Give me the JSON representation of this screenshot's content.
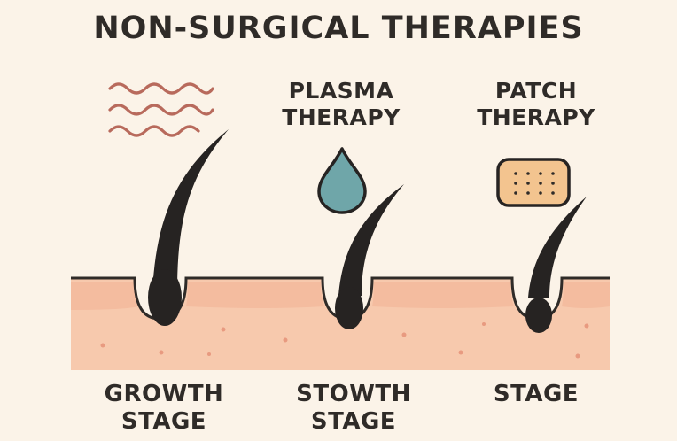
{
  "title": "NON-SURGICAL THERAPIES",
  "therapies": [
    {
      "icon": "wave-lines-icon",
      "lines": []
    },
    {
      "icon": "droplet-icon",
      "lines": [
        "PLASMA",
        "THERAPY"
      ]
    },
    {
      "icon": "patch-icon",
      "lines": [
        "PATCH",
        "THERAPY"
      ]
    }
  ],
  "stages": [
    {
      "lines": [
        "GROWTH",
        "STAGE"
      ]
    },
    {
      "lines": [
        "STOWTH",
        "STAGE"
      ]
    },
    {
      "lines": [
        "STAGE"
      ]
    }
  ],
  "colors": {
    "background": "#fbf3e8",
    "skin": "#f7c9ad",
    "skin_top": "#f2b094",
    "hair": "#262322",
    "waves": "#b86a5c",
    "droplet": "#6fa6a9",
    "patch": "#f3c48f"
  }
}
